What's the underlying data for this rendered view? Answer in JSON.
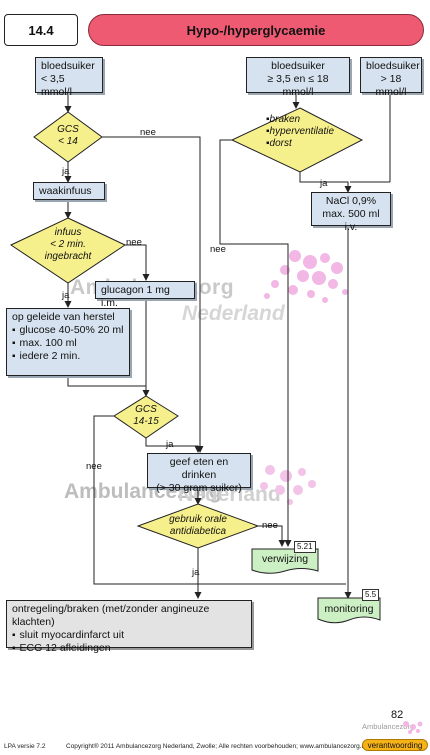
{
  "header": {
    "number": "14.4",
    "title": "Hypo-/hyperglycaemie"
  },
  "boxes": {
    "bs_low": [
      "bloedsuiker",
      "< 3,5 mmol/l"
    ],
    "bs_mid": [
      "bloedsuiker",
      "≥ 3,5 en ≤ 18 mmol/l"
    ],
    "bs_high": [
      "bloedsuiker",
      "> 18 mmol/l"
    ],
    "waakinfuus": "waakinfuus",
    "glucagon": "glucagon 1 mg i.m.",
    "glucose_title": "op geleide van herstel",
    "glucose_items": [
      "glucose 40-50% 20 ml",
      "max. 100 ml",
      "iedere 2 min."
    ],
    "nacl": [
      "NaCl 0,9%",
      "max. 500 ml i.v."
    ],
    "eten": [
      "geef eten en drinken",
      "(> 30 gram suiker)"
    ],
    "ontregeling_title": "ontregeling/braken (met/zonder angineuze klachten)",
    "ontregeling_items": [
      "sluit myocardinfarct uit",
      "ECG 12 afleidingen"
    ]
  },
  "decisions": {
    "gcs14": [
      "GCS",
      "< 14"
    ],
    "infuus": [
      "infuus",
      "< 2 min.",
      "ingebracht"
    ],
    "symptoms": [
      "braken",
      "hyperventilatie",
      "dorst"
    ],
    "gcs1415": [
      "GCS",
      "14-15"
    ],
    "orale": [
      "gebruik orale",
      "antidiabetica"
    ]
  },
  "labels": {
    "ja": "ja",
    "nee": "nee"
  },
  "docs": {
    "verwijzing": "verwijzing",
    "verwijzing_ref": "5.21",
    "monitoring": "monitoring",
    "monitoring_ref": "5.5"
  },
  "watermarks": [
    "Ambulancezorg",
    "Nederland"
  ],
  "footer": {
    "page": "82",
    "version": "LPA versie 7.2",
    "copyright": "Copyright® 2011  Ambulancezorg Nederland, Zwolle; Alle rechten voorbehouden; www.ambulancezorg.nl",
    "logo": "Ambulancezorg",
    "verantwoording": "verantwoording"
  },
  "colors": {
    "title": "#ee5a72",
    "box": "#d6e2ef",
    "decision": "#f6f08c",
    "doc": "#ccf0c4",
    "verantwoording": "#f6b318"
  }
}
